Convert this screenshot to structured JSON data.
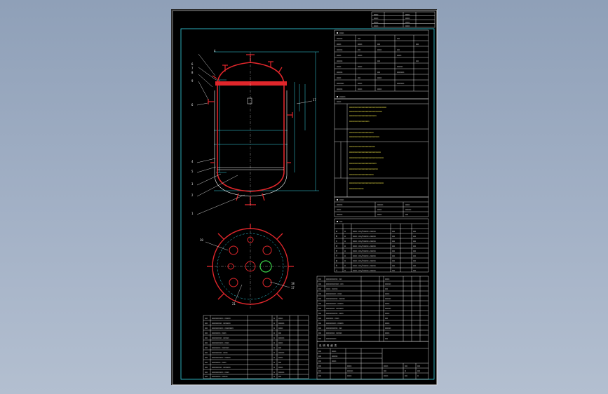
{
  "viewer": {
    "background_top": "#8fa0b8",
    "background_bottom": "#b3bfd0",
    "sheet_color": "#000000"
  },
  "drawing": {
    "colors": {
      "frame": "#ffffff",
      "inner_border": "#36d7e8",
      "vessel": "#e0262b",
      "dimension": "#36d7e8",
      "leader": "#ffffff",
      "agitator": "#3cd34a",
      "table_line": "#ffffff",
      "note_text": "#f2e84a"
    },
    "callouts_left": [
      "8",
      "7",
      "6",
      "5",
      "4",
      "3",
      "2",
      "1"
    ],
    "callouts_plan": [
      "20",
      "21",
      "18",
      "17"
    ],
    "title_block_label": "说 明 明 细 表"
  }
}
